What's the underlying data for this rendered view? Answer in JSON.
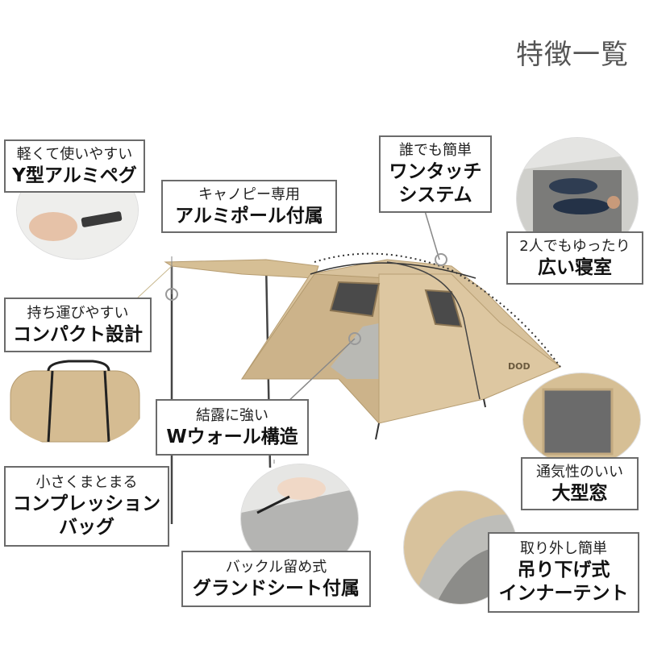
{
  "title": "特徴一覧",
  "brand": "DOD",
  "features": [
    {
      "small": "軽くて使いやすい",
      "large": "Y型アルミペグ"
    },
    {
      "small": "キャノピー専用",
      "large": "アルミポール付属"
    },
    {
      "small": "誰でも簡単",
      "large": "ワンタッチ",
      "large2": "システム"
    },
    {
      "small": "2人でもゆったり",
      "large": "広い寝室"
    },
    {
      "small": "持ち運びやすい",
      "large": "コンパクト設計"
    },
    {
      "small": "結露に強い",
      "large": "Wウォール構造"
    },
    {
      "small": "通気性のいい",
      "large": "大型窓"
    },
    {
      "small": "小さくまとまる",
      "large": "コンプレッション",
      "large2": "バッグ"
    },
    {
      "small": "バックル留め式",
      "large": "グランドシート付属"
    },
    {
      "small": "取り外し簡単",
      "large": "吊り下げ式",
      "large2": "インナーテント"
    }
  ],
  "colors": {
    "tent": "#d8c29c",
    "tent_dark": "#c3aa80",
    "border": "#6b6b6b",
    "title": "#555555"
  }
}
